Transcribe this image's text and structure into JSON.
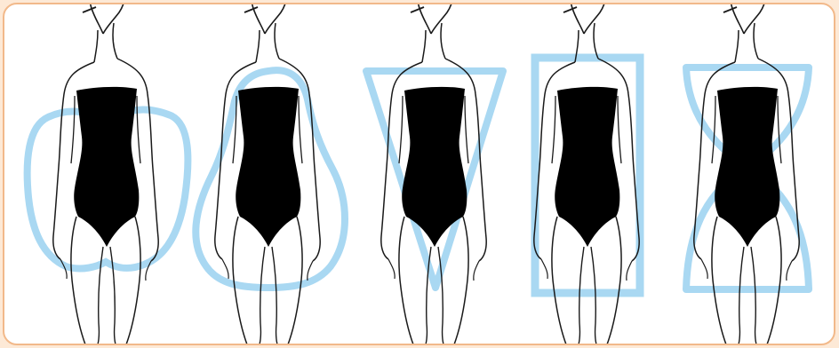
{
  "figure": {
    "shapes": [
      {
        "type": "apple",
        "outline_icon": "apple-outline"
      },
      {
        "type": "pear",
        "outline_icon": "pear-outline"
      },
      {
        "type": "inverted-triangle",
        "outline_icon": "inverted-triangle-outline"
      },
      {
        "type": "rectangle",
        "outline_icon": "rectangle-outline"
      },
      {
        "type": "hourglass",
        "outline_icon": "hourglass-outline"
      }
    ],
    "colors": {
      "outline": "#a9d8f2",
      "swimsuit": "#000000",
      "line": "#1a1a1a",
      "background": "#ffffff",
      "border": "#f2b98a"
    }
  }
}
